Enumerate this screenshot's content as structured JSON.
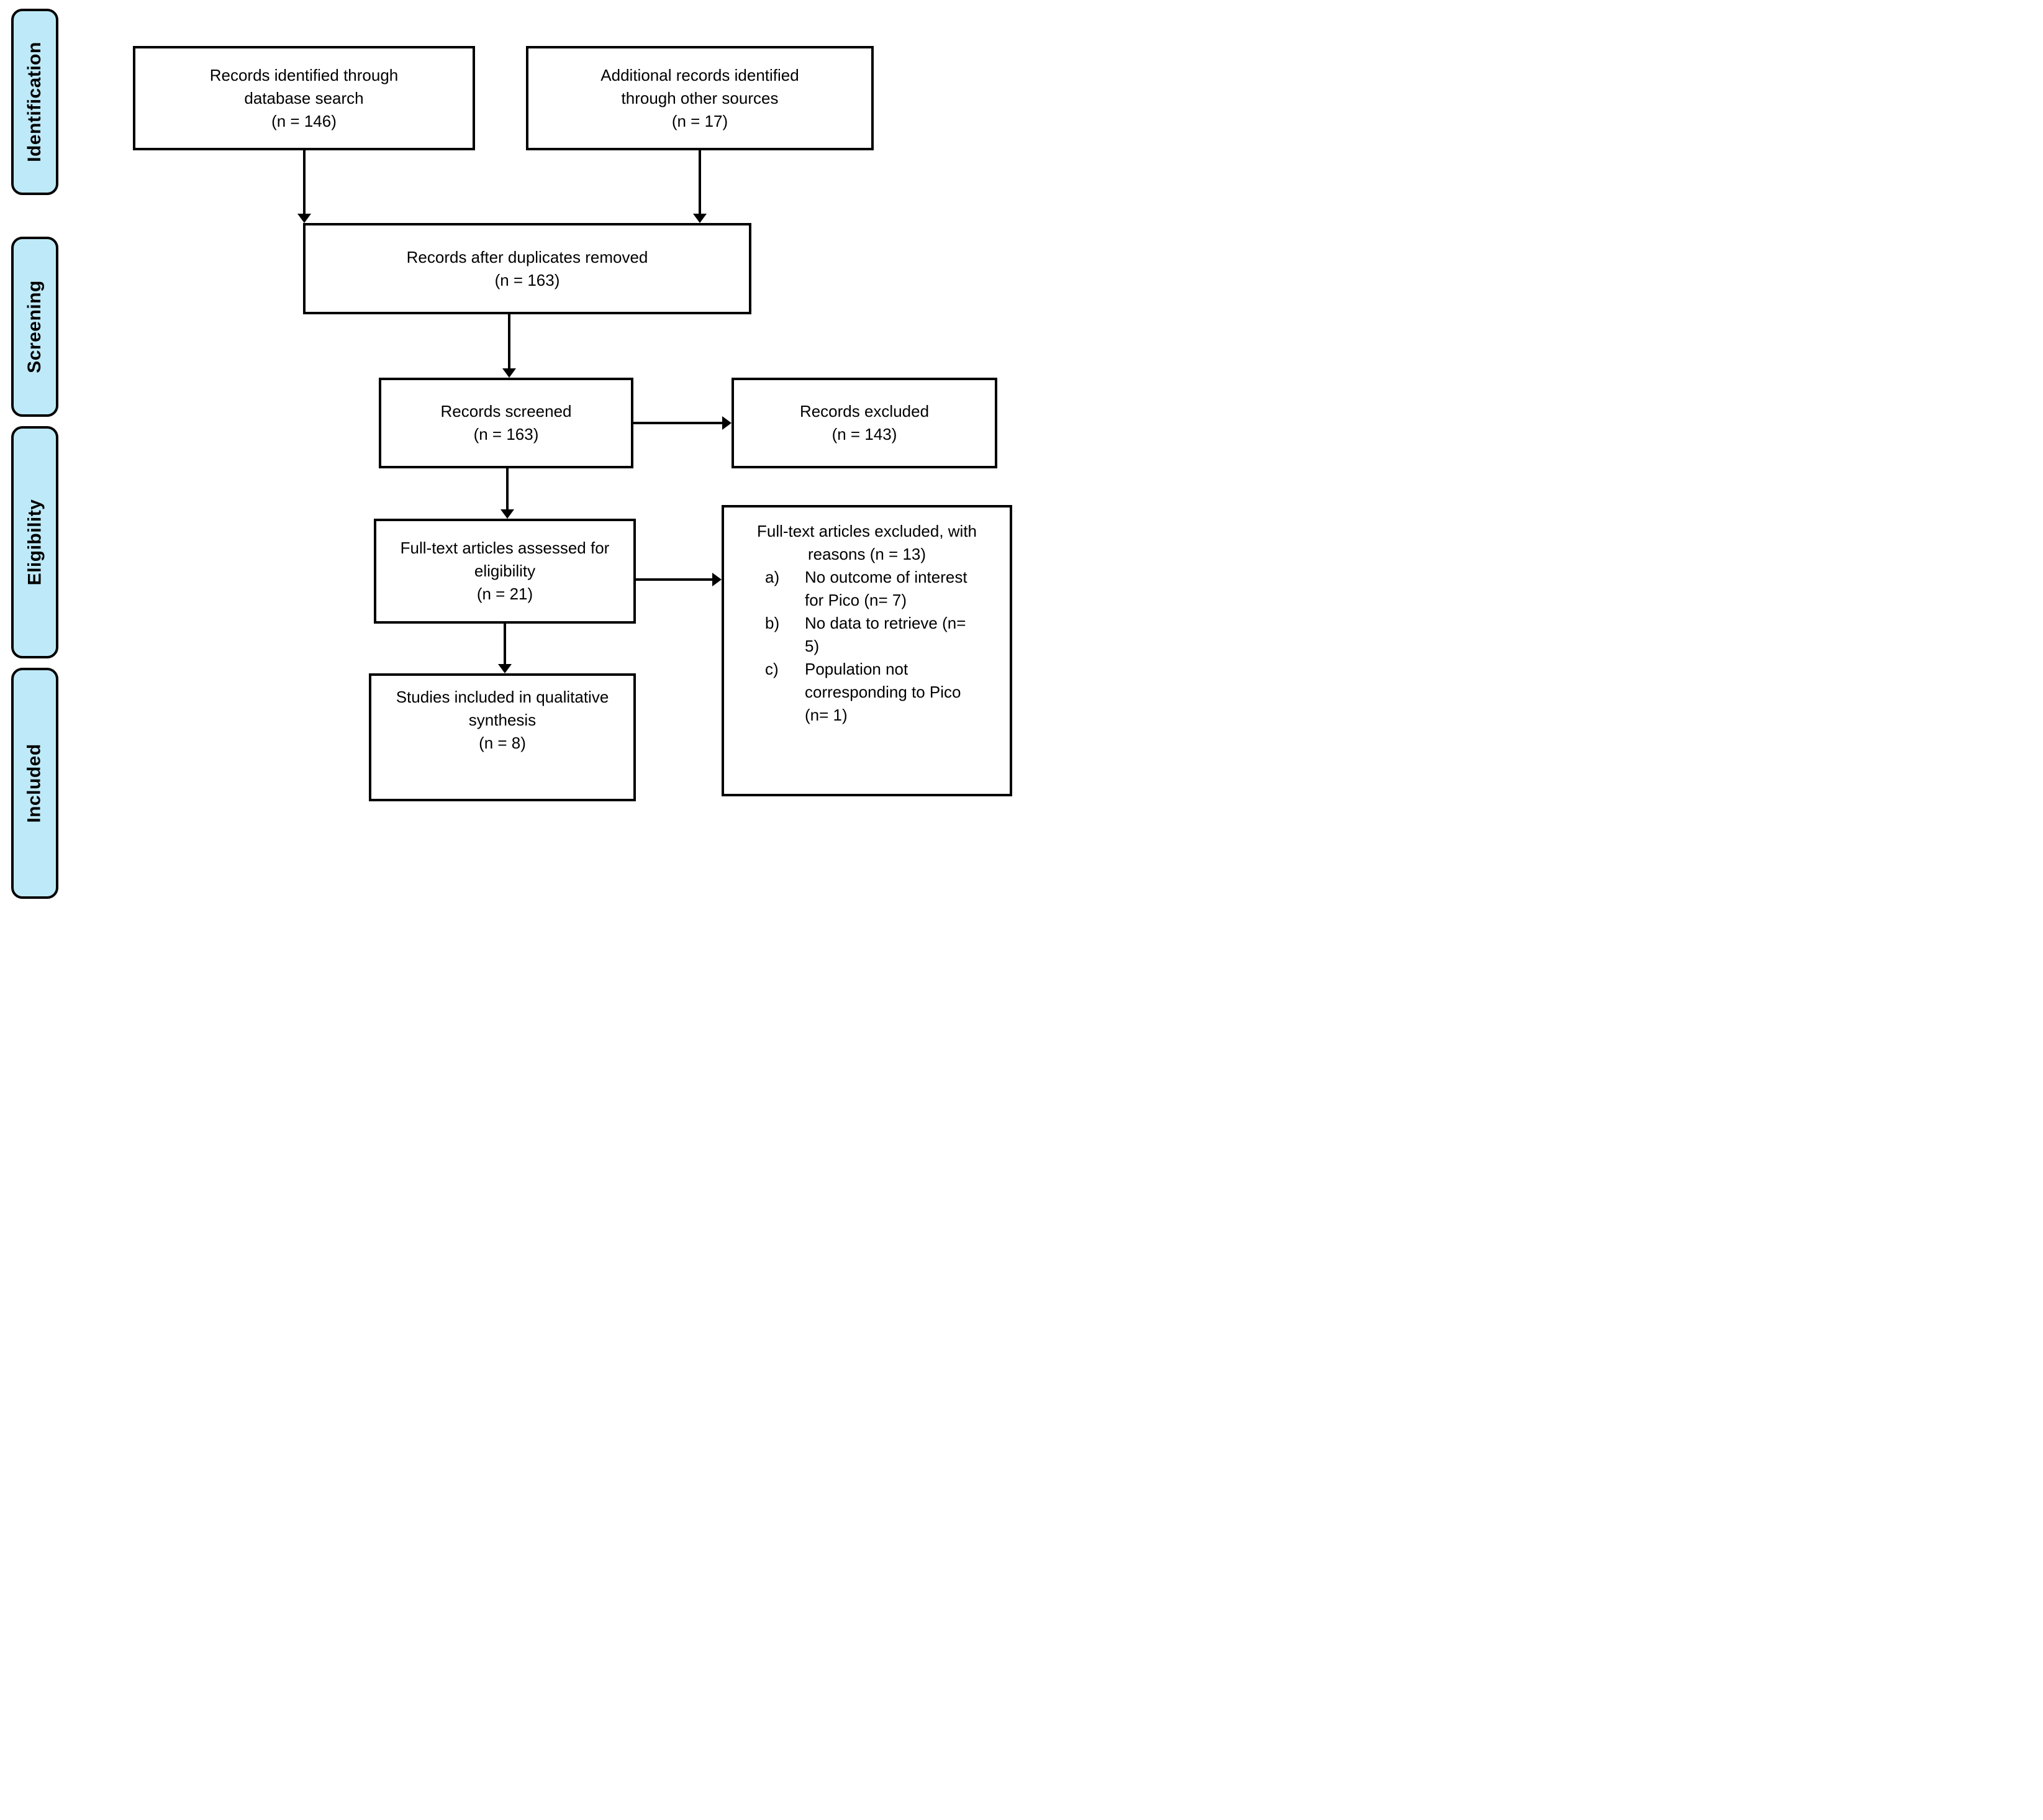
{
  "colors": {
    "sidebar_fill": "#BEE9F8",
    "line": "#000000",
    "box_bg": "#FFFFFF"
  },
  "sidebar": {
    "items": [
      {
        "label": "Identification"
      },
      {
        "label": "Screening"
      },
      {
        "label": "Eligibility"
      },
      {
        "label": "Included"
      }
    ]
  },
  "boxes": {
    "records_identified": {
      "lines": [
        "Records identified through",
        "database search",
        "(n = 146)"
      ]
    },
    "additional_records": {
      "lines": [
        "Additional records identified",
        "through other sources",
        "(n = 17)"
      ]
    },
    "after_duplicates": {
      "lines": [
        "Records after duplicates removed",
        "(n = 163)"
      ]
    },
    "records_screened": {
      "lines": [
        "Records screened",
        "(n = 163)"
      ]
    },
    "records_excluded": {
      "lines": [
        "Records excluded",
        "(n = 143)"
      ]
    },
    "fulltext_assessed": {
      "lines": [
        "Full-text articles assessed for",
        "eligibility",
        "(n = 21)"
      ]
    },
    "fulltext_excluded": {
      "title_lines": [
        "Full-text articles excluded, with",
        "reasons (n = 13)"
      ],
      "reasons": [
        {
          "marker": "a)",
          "lines": [
            "No outcome of interest",
            "for Pico (n= 7)"
          ]
        },
        {
          "marker": "b)",
          "lines": [
            "No data to retrieve (n=",
            "5)"
          ]
        },
        {
          "marker": "c)",
          "lines": [
            "Population not",
            "corresponding to Pico",
            "(n= 1)"
          ]
        }
      ]
    },
    "studies_included": {
      "lines": [
        "Studies included in qualitative",
        "synthesis",
        "(n = 8)"
      ]
    }
  }
}
